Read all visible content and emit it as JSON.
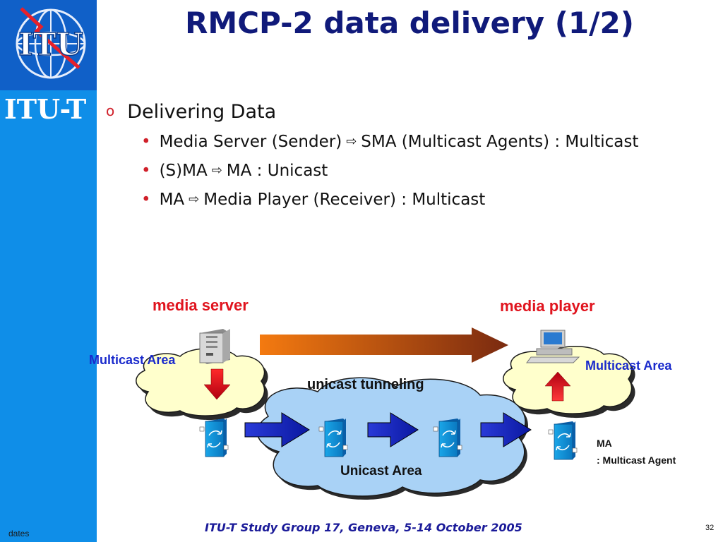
{
  "sidebar": {
    "logo_text": "ITU",
    "brand": "ITU-T",
    "dates_label": "dates"
  },
  "slide": {
    "title": "RMCP-2 data delivery (1/2)",
    "heading": "Delivering Data",
    "bullets": [
      {
        "left": "Media Server (Sender)",
        "right": "SMA (Multicast Agents) : Multicast"
      },
      {
        "left": "(S)MA",
        "right": "MA : Unicast"
      },
      {
        "left": "MA",
        "right": "Media Player (Receiver) : Multicast"
      }
    ]
  },
  "diagram": {
    "media_server": "media server",
    "media_player": "media player",
    "multicast_area_left": "Multicast Area",
    "multicast_area_right": "Multicast Area",
    "unicast_tunneling": "unicast tunneling",
    "unicast_area": "Unicast Area",
    "ma_label": "MA",
    "ma_desc": ": Multicast Agent"
  },
  "footer": {
    "text": "ITU-T Study Group 17, Geneva, 5-14 October 2005",
    "page_number": "32"
  },
  "colors": {
    "sidebar": "#0f8ee8",
    "title": "#101a7a",
    "bullet_marker": "#d0202a",
    "label_red": "#e0141e",
    "label_blue": "#1a2acc"
  }
}
